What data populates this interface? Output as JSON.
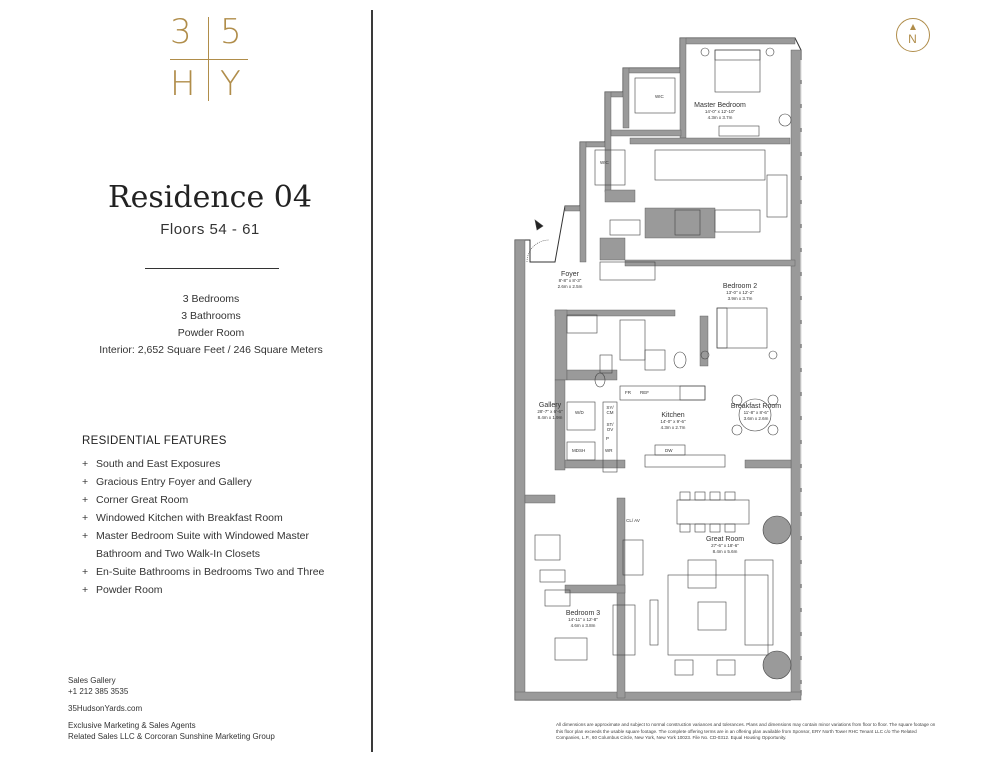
{
  "logo": {
    "tl": "3",
    "tr": "5",
    "bl": "H",
    "br": "Y"
  },
  "residence": {
    "title": "Residence 04",
    "floors": "Floors 54 - 61"
  },
  "specs": [
    "3 Bedrooms",
    "3 Bathrooms",
    "Powder Room",
    "Interior: 2,652 Square Feet / 246 Square Meters"
  ],
  "features": {
    "heading": "RESIDENTIAL FEATURES",
    "items": [
      {
        "plus": "+",
        "line1": "South and East Exposures",
        "line2": ""
      },
      {
        "plus": "+",
        "line1": "Gracious Entry Foyer and Gallery",
        "line2": ""
      },
      {
        "plus": "+",
        "line1": "Corner Great Room",
        "line2": ""
      },
      {
        "plus": "+",
        "line1": "Windowed Kitchen with Breakfast Room",
        "line2": ""
      },
      {
        "plus": "+",
        "line1": "Master Bedroom Suite with Windowed Master",
        "line2": "Bathroom and Two Walk-In Closets"
      },
      {
        "plus": "+",
        "line1": "En-Suite Bathrooms in Bedrooms Two and Three",
        "line2": ""
      },
      {
        "plus": "+",
        "line1": "Powder Room",
        "line2": ""
      }
    ]
  },
  "contact": {
    "sales_label": "Sales Gallery",
    "phone": "+1 212 385 3535",
    "website": "35HudsonYards.com",
    "agents_label": "Exclusive Marketing & Sales Agents",
    "agents": "Related Sales LLC & Corcoran Sunshine Marketing Group"
  },
  "compass": {
    "letter": "N"
  },
  "rooms": {
    "master": {
      "name": "Master Bedroom",
      "dim1": "14'-0\" x 12'-10\"",
      "dim2": "4.3m x 3.7m"
    },
    "bedroom2": {
      "name": "Bedroom 2",
      "dim1": "13'-0\" x 12'-2\"",
      "dim2": "3.9m x 3.7m"
    },
    "foyer": {
      "name": "Foyer",
      "dim1": "8'-8\" x 8'-3\"",
      "dim2": "2.6m x 2.5m"
    },
    "gallery": {
      "name": "Gallery",
      "dim1": "28'-7\" x 6'-6\"",
      "dim2": "8.4m x 1.9m"
    },
    "kitchen": {
      "name": "Kitchen",
      "dim1": "14'-0\" x 9'-6\"",
      "dim2": "4.3m x 2.7m"
    },
    "breakfast": {
      "name": "Breakfast Room",
      "dim1": "11'-8\" x 8'-6\"",
      "dim2": "3.6m x 2.6m"
    },
    "great": {
      "name": "Great Room",
      "dim1": "27'-6\" x 18'-6\"",
      "dim2": "8.4m x 5.6m"
    },
    "bedroom3": {
      "name": "Bedroom 3",
      "dim1": "14'-11\" x 12'-8\"",
      "dim2": "4.6m x 3.8m"
    }
  },
  "fixtures": {
    "wic1": "WIC",
    "wic2": "WIC",
    "fr": "FR",
    "ref": "REF",
    "wd": "W/D",
    "mdsh": "MDSH",
    "sycm": "SY/ CM",
    "stov": "ST/ OV",
    "p": "P",
    "wr": "WR",
    "dw": "DW",
    "clav": "CL/ AV"
  },
  "disclaimer": "All dimensions are approximate and subject to normal construction variances and tolerances. Plans and dimensions may contain minor variations from floor to floor. The square footage on this floor plan exceeds the usable square footage. The complete offering terms are in an offering plan available from Sponsor, ERY North Tower RHC Tenant LLC c/o The Related Companies, L.P., 60 Columbus Circle, New York, New York 10023. File No. CD-0312. Equal Housing Opportunity.",
  "colors": {
    "gold": "#b08d4a",
    "wall": "#9a9a9a",
    "text": "#222222"
  }
}
